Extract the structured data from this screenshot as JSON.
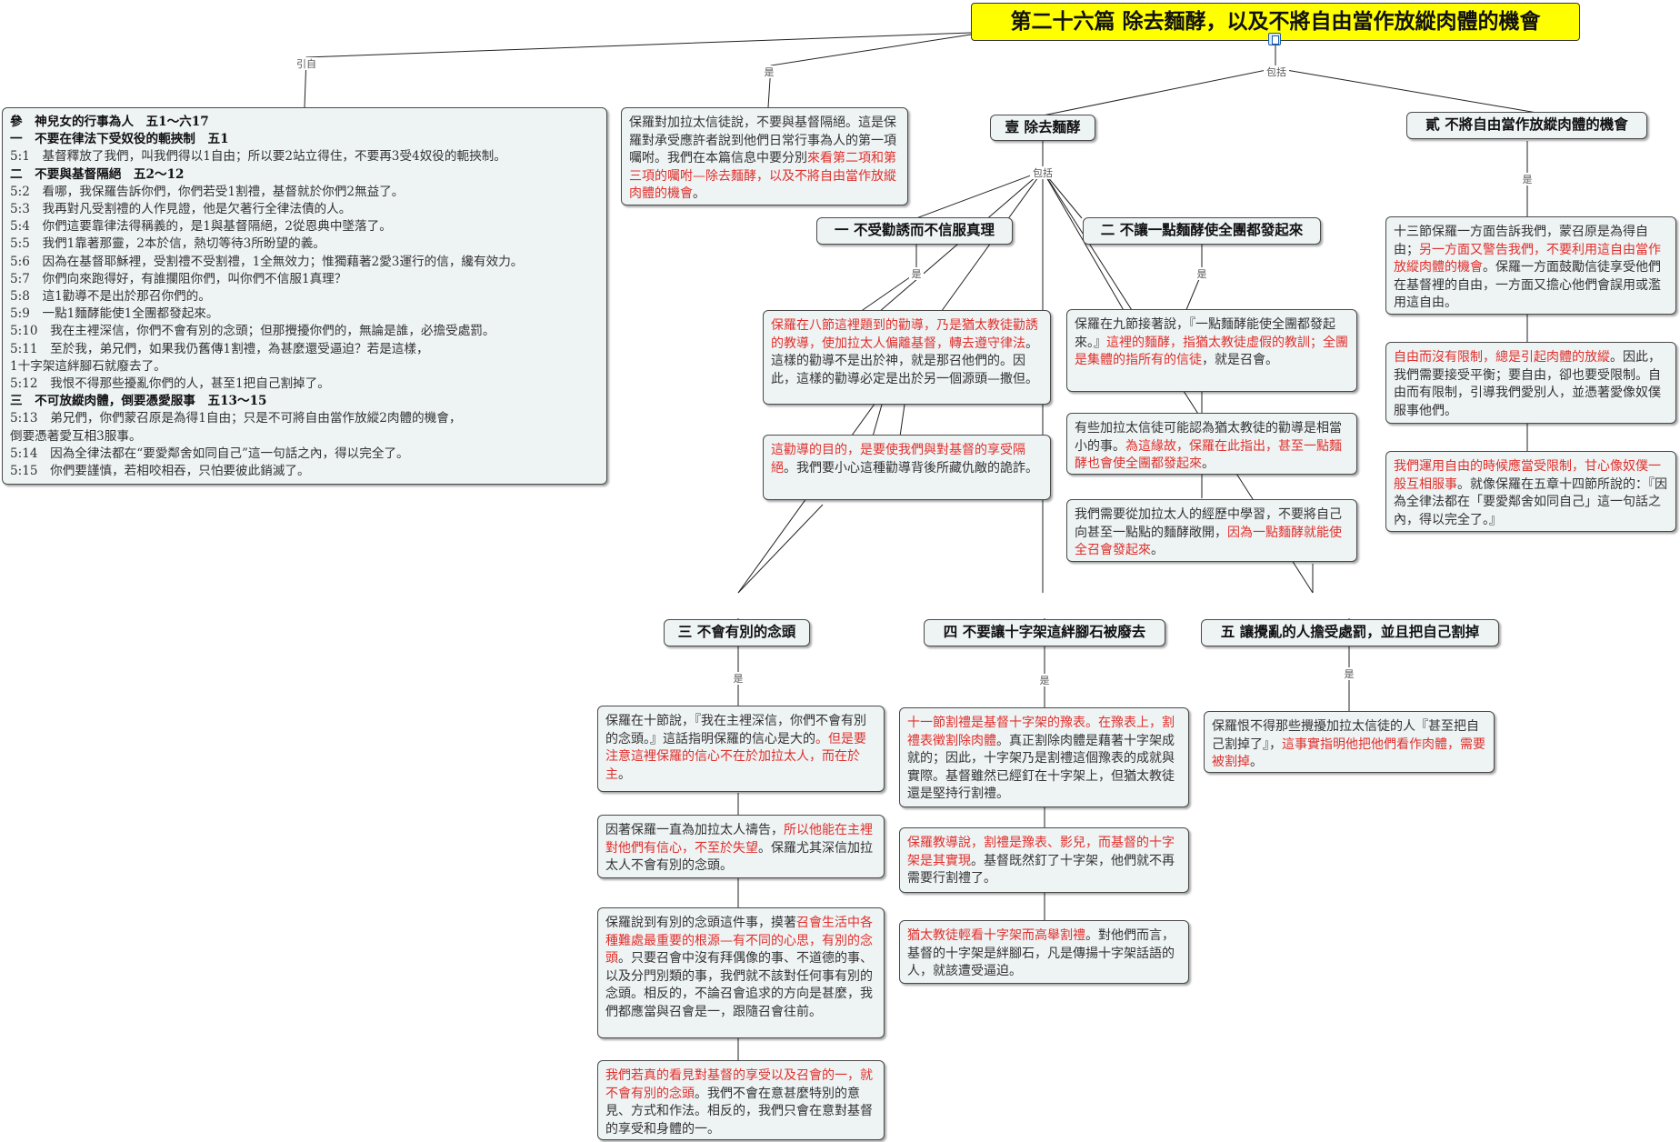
{
  "title": "第二十六篇  除去麵酵，以及不將自由當作放縱肉體的機會",
  "edge_labels": {
    "cite": "引自",
    "is": "是",
    "include": "包括"
  },
  "reference": [
    {
      "text": "參　神兒女的行事為人　五1～六17",
      "bold": true
    },
    {
      "text": "一　不要在律法下受奴役的軛挾制　五1",
      "bold": true
    },
    {
      "text": "5:1　基督釋放了我們，叫我們得以1自由；所以要2站立得住，不要再3受4奴役的軛挾制。",
      "bold": false
    },
    {
      "text": "二　不要與基督隔絕　五2～12",
      "bold": true
    },
    {
      "text": "5:2　看哪，我保羅告訴你們，你們若受1割禮，基督就於你們2無益了。",
      "bold": false
    },
    {
      "text": "5:3　我再對凡受割禮的人作見證，他是欠著行全律法債的人。",
      "bold": false
    },
    {
      "text": "5:4　你們這要靠律法得稱義的，是1與基督隔絕，2從恩典中墜落了。",
      "bold": false
    },
    {
      "text": "5:5　我們1靠著那靈，2本於信，熱切等待3所盼望的義。",
      "bold": false
    },
    {
      "text": "5:6　因為在基督耶穌裡，受割禮不受割禮，1全無效力；惟獨藉著2愛3運行的信，纔有效力。",
      "bold": false
    },
    {
      "text": "5:7　你們向來跑得好，有誰攔阻你們，叫你們不信服1真理？",
      "bold": false
    },
    {
      "text": "5:8　這1勸導不是出於那召你們的。",
      "bold": false
    },
    {
      "text": "5:9　一點1麵酵能使1全團都發起來。",
      "bold": false
    },
    {
      "text": "5:10　我在主裡深信，你們不會有別的念頭；但那攪擾你們的，無論是誰，必擔受處罰。",
      "bold": false
    },
    {
      "text": "5:11　至於我，弟兄們，如果我仍舊傳1割禮，為甚麼還受逼迫？若是這樣，",
      "bold": false
    },
    {
      "text": "1十字架這絆腳石就廢去了。",
      "bold": false
    },
    {
      "text": "5:12　我恨不得那些擾亂你們的人，甚至1把自己割掉了。",
      "bold": false
    },
    {
      "text": "三　不可放縱肉體，倒要憑愛服事　五13～15",
      "bold": true
    },
    {
      "text": "5:13　弟兄們，你們蒙召原是為得1自由；只是不可將自由當作放縱2肉體的機會，",
      "bold": false
    },
    {
      "text": "倒要憑著愛互相3服事。",
      "bold": false
    },
    {
      "text": "5:14　因為全律法都在“要愛鄰舍如同自己”這一句話之內，得以完全了。",
      "bold": false
    },
    {
      "text": "5:15　你們要謹慎，若相咬相吞，只怕要彼此銷滅了。",
      "bold": false
    }
  ],
  "intro": [
    {
      "t": "保羅對加拉太信徒說，不要與基督隔絕。這是保羅對承受應許者說到他們日常行事為人的第一項囑咐。我們在本篇信息中要分別",
      "r": false
    },
    {
      "t": "來看第二項和第三項的囑咐—除去麵酵，以及不將自由當作放縱肉體的機會",
      "r": true
    },
    {
      "t": "。",
      "r": false
    }
  ],
  "headings": {
    "part1": "壹  除去麵酵",
    "part2": "貳  不將自由當作放縱肉體的機會",
    "h1": "一  不受勸誘而不信服真理",
    "h2": "二  不讓一點麵酵使全團都發起來",
    "h3": "三  不會有別的念頭",
    "h4": "四  不要讓十字架這絆腳石被廢去",
    "h5": "五  讓攪亂的人擔受處罰，並且把自己割掉"
  },
  "notes": {
    "n1a": [
      {
        "t": "保羅在八節這裡題到的勸導，乃是猶太教徒勸誘的教導，使加拉太人偏離基督，轉去遵守律法",
        "r": true
      },
      {
        "t": "。這樣的勸導不是出於神，就是那召他們的。因此，這樣的勸導必定是出於另一個源頭—撒但。",
        "r": false
      }
    ],
    "n1b": [
      {
        "t": "這勸導的目的，是要使我們與對基督的享受隔絕",
        "r": true
      },
      {
        "t": "。我們要小心這種勸導背後所藏仇敵的詭詐。",
        "r": false
      }
    ],
    "n2a": [
      {
        "t": "保羅在九節接著說，『一點麵酵能使全團都發起來。』",
        "r": false
      },
      {
        "t": "這裡的麵酵，指猶太教徒虛假的教訓；全團是集體的指所有的信徒",
        "r": true
      },
      {
        "t": "，就是召會。",
        "r": false
      }
    ],
    "n2b": [
      {
        "t": "有些加拉太信徒可能認為猶太教徒的勸導是相當小的事。",
        "r": false
      },
      {
        "t": "為這緣故，保羅在此指出，甚至一點麵酵也會使全團都發起來",
        "r": true
      },
      {
        "t": "。",
        "r": false
      }
    ],
    "n2c": [
      {
        "t": "我們需要從加拉太人的經歷中學習，不要將自己向甚至一點點的麵酵敞開，",
        "r": false
      },
      {
        "t": "因為一點麵酵就能使全召會發起來",
        "r": true
      },
      {
        "t": "。",
        "r": false
      }
    ],
    "n3a": [
      {
        "t": "保羅在十節說，『我在主裡深信，你們不會有別的念頭。』這話指明保羅的信心是大的",
        "r": false
      },
      {
        "t": "。但是要注意這裡保羅的信心不在於加拉太人，而在於主",
        "r": true
      },
      {
        "t": "。",
        "r": false
      }
    ],
    "n3b": [
      {
        "t": "因著保羅一直為加拉太人禱告，",
        "r": false
      },
      {
        "t": "所以他能在主裡對他們有信心，不至於失望",
        "r": true
      },
      {
        "t": "。保羅尤其深信加拉太人不會有別的念頭。",
        "r": false
      }
    ],
    "n3c": [
      {
        "t": "保羅說到有別的念頭這件事，摸著",
        "r": false
      },
      {
        "t": "召會生活中各種難處最重要的根源—有不同的心思，有別的念頭",
        "r": true
      },
      {
        "t": "。只要召會中沒有拜偶像的事、不道德的事、以及分門別類的事，我們就不該對任何事有別的念頭。相反的，不論召會追求的方向是甚麼，我們都應當與召會是一，跟隨召會往前。",
        "r": false
      }
    ],
    "n3d": [
      {
        "t": "我們若真的看見對基督的享受以及召會的一，就不會有別的念頭",
        "r": true
      },
      {
        "t": "。我們不會在意甚麼特別的意見、方式和作法。相反的，我們只會在意對基督的享受和身體的一。",
        "r": false
      }
    ],
    "n4a": [
      {
        "t": "十一節割禮是基督十字架的豫表。在豫表上，割禮表徵割除肉體",
        "r": true
      },
      {
        "t": "。真正割除肉體是藉著十字架成就的；因此，十字架乃是割禮這個豫表的成就與實際。基督雖然已經釘在十字架上，但猶太教徒還是堅持行割禮。",
        "r": false
      }
    ],
    "n4b": [
      {
        "t": "保羅教導說，割禮是豫表、影兒，而基督的十字架是其實現",
        "r": true
      },
      {
        "t": "。基督既然釘了十字架，他們就不再需要行割禮了。",
        "r": false
      }
    ],
    "n4c": [
      {
        "t": "猶太教徒輕看十字架而高舉割禮",
        "r": true
      },
      {
        "t": "。對他們而言，基督的十字架是絆腳石，凡是傳揚十字架話語的人，就該遭受逼迫。",
        "r": false
      }
    ],
    "n5a": [
      {
        "t": "保羅恨不得那些攪擾加拉太信徒的人『甚至把自己割掉了』，",
        "r": false
      },
      {
        "t": "這事實指明他把他們看作肉體，需要被割掉",
        "r": true
      },
      {
        "t": "。",
        "r": false
      }
    ],
    "p2a": [
      {
        "t": "十三節保羅一方面告訴我們，蒙召原是為得自由；",
        "r": false
      },
      {
        "t": "另一方面又警告我們，不要利用這自由當作放縱肉體的機會",
        "r": true
      },
      {
        "t": "。保羅一方面鼓勵信徒享受他們在基督裡的自由，一方面又擔心他們會誤用或濫用這自由。",
        "r": false
      }
    ],
    "p2b": [
      {
        "t": "自由而沒有限制，總是引起肉體的放縱",
        "r": true
      },
      {
        "t": "。因此，我們需要接受平衡；要自由，卻也要受限制。自由而有限制，引導我們愛別人，並憑著愛像奴僕服事他們。",
        "r": false
      }
    ],
    "p2c": [
      {
        "t": "我們運用自由的時候應當受限制，甘心像奴僕一般互相服事",
        "r": true
      },
      {
        "t": "。就像保羅在五章十四節所說的：『因為全律法都在「要愛鄰舍如同自己」這一句話之內，得以完全了。』",
        "r": false
      }
    ]
  }
}
